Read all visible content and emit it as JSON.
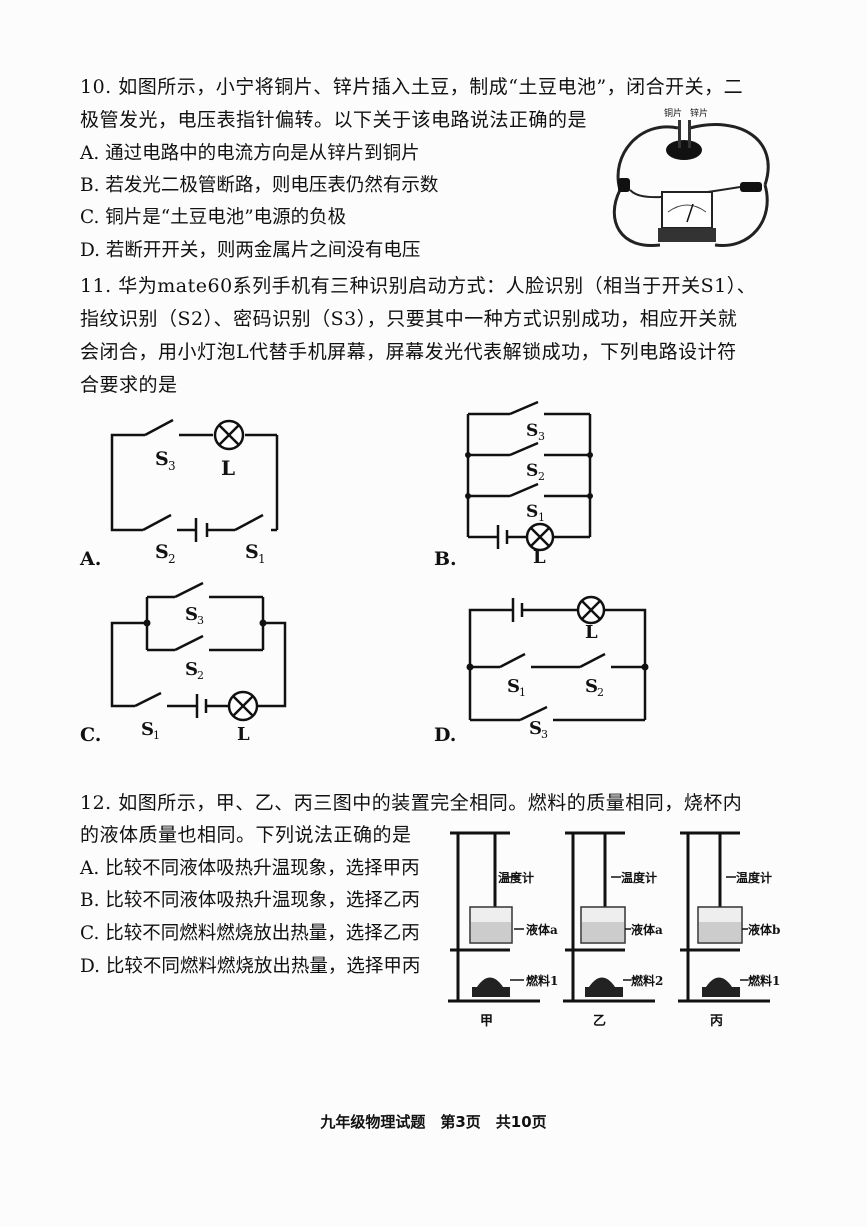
{
  "q10": {
    "stem_line1": "10. 如图所示，小宁将铜片、锌片插入土豆，制成“土豆电池”，闭合开关，二",
    "stem_line2": "极管发光，电压表指针偏转。以下关于该电路说法正确的是",
    "options": [
      "A. 通过电路中的电流方向是从锌片到铜片",
      "B. 若发光二极管断路，则电压表仍然有示数",
      "C. 铜片是“土豆电池”电源的负极",
      "D. 若断开开关，则两金属片之间没有电压"
    ],
    "figure_labels": {
      "copper": "铜片",
      "zinc": "锌片"
    }
  },
  "q11": {
    "line1": "11. 华为mate60系列手机有三种识别启动方式：人脸识别（相当于开关S1）、",
    "line2": "指纹识别（S2）、密码识别（S3），只要其中一种方式识别成功，相应开关就",
    "line3": "会闭合，用小灯泡L代替手机屏幕，屏幕发光代表解锁成功，下列电路设计符",
    "line4": "合要求的是",
    "choice_labels": [
      "A.",
      "B.",
      "C.",
      "D."
    ],
    "symbols": {
      "s": "S",
      "lamp": "L",
      "n1": "1",
      "n2": "2",
      "n3": "3"
    }
  },
  "q12": {
    "stem_line1": "12. 如图所示，甲、乙、丙三图中的装置完全相同。燃料的质量相同，烧杯内",
    "stem_line2": "的液体质量也相同。下列说法正确的是",
    "options": [
      "A. 比较不同液体吸热升温现象，选择甲丙",
      "B. 比较不同液体吸热升温现象，选择乙丙",
      "C. 比较不同燃料燃烧放出热量，选择乙丙",
      "D. 比较不同燃料燃烧放出热量，选择甲丙"
    ],
    "apparatus": [
      {
        "thermo": "温度计",
        "liquid": "液体a",
        "fuel": "燃料1",
        "caption": "甲"
      },
      {
        "thermo": "温度计",
        "liquid": "液体a",
        "fuel": "燃料2",
        "caption": "乙"
      },
      {
        "thermo": "温度计",
        "liquid": "液体b",
        "fuel": "燃料1",
        "caption": "丙"
      }
    ]
  },
  "footer": "九年级物理试题　第3页　共10页"
}
